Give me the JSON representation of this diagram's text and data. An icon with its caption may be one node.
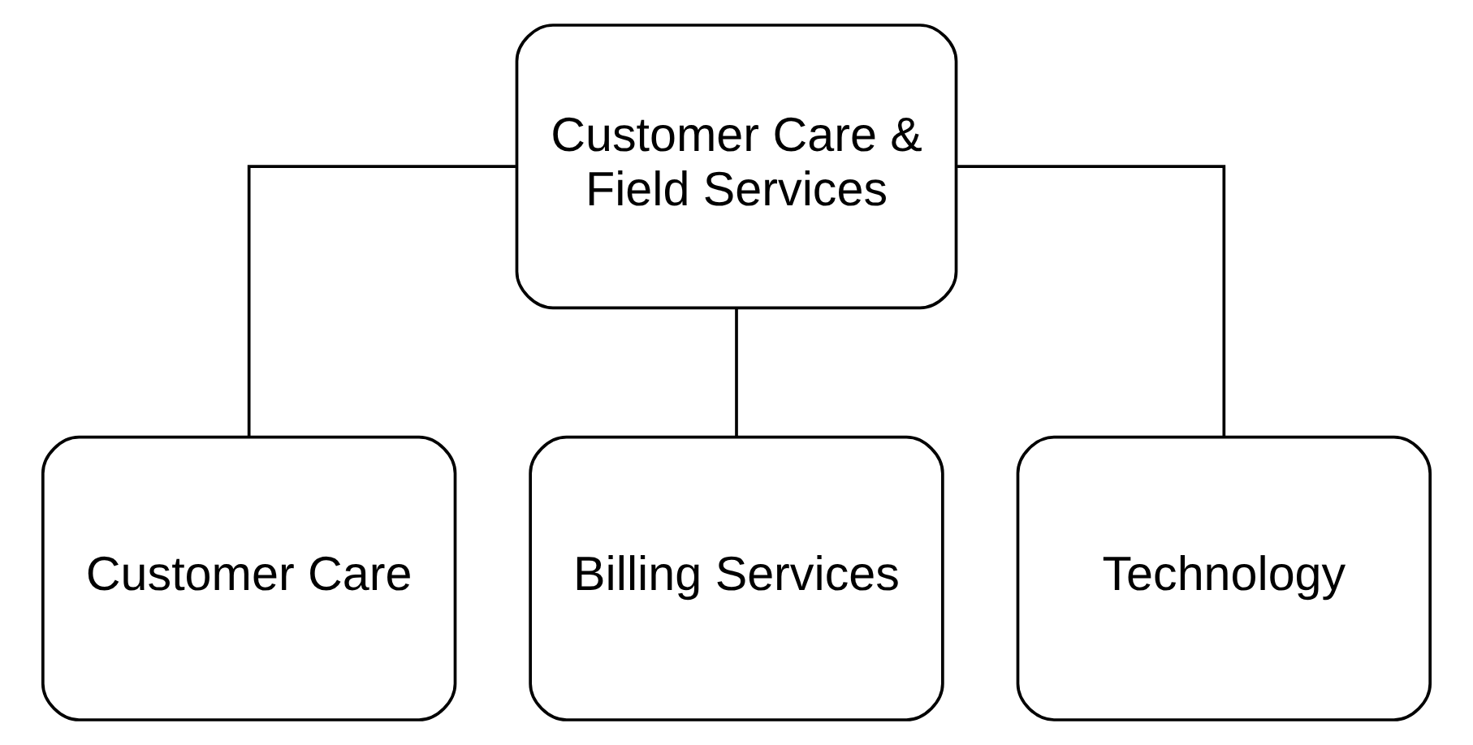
{
  "diagram": {
    "nodes": [
      {
        "text": [
          "Customer Care & Field Services"
        ]
      },
      {
        "text": [
          "Customer Care"
        ]
      },
      {
        "text": [
          "Billing Services"
        ]
      },
      {
        "text": [
          "Technology"
        ]
      }
    ],
    "edges": [
      {
        "from": 0,
        "to": 1,
        "arrow": "none"
      },
      {
        "from": 0,
        "to": 2,
        "arrow": "none"
      },
      {
        "from": 0,
        "to": 3,
        "arrow": "none"
      }
    ]
  }
}
